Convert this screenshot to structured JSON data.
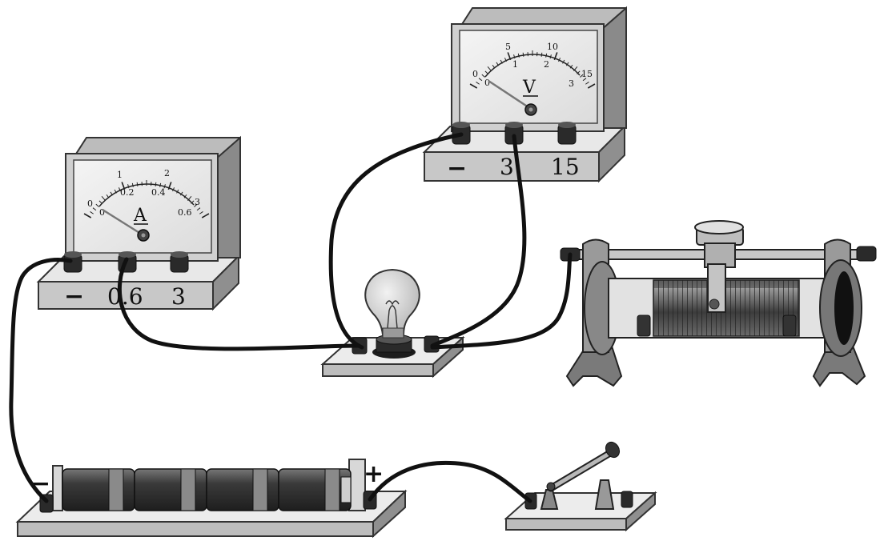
{
  "ammeter": {
    "unit": "A",
    "scale_top": [
      "0",
      "1",
      "2",
      "3"
    ],
    "scale_bottom": [
      "0",
      "0.2",
      "0.4",
      "0.6"
    ],
    "terminals": [
      "−",
      "0.6",
      "3"
    ]
  },
  "voltmeter": {
    "unit": "V",
    "scale_top": [
      "0",
      "5",
      "10",
      "15"
    ],
    "scale_bottom": [
      "0",
      "1",
      "2",
      "3"
    ],
    "terminals": [
      "−",
      "3",
      "15"
    ]
  },
  "battery": {
    "negative": "−",
    "positive": "+"
  },
  "colors": {
    "wire": "#111111",
    "metal_light": "#d9d9d9",
    "metal_mid": "#a6a6a6",
    "metal_dark": "#555555",
    "board": "#e6e6e6"
  }
}
